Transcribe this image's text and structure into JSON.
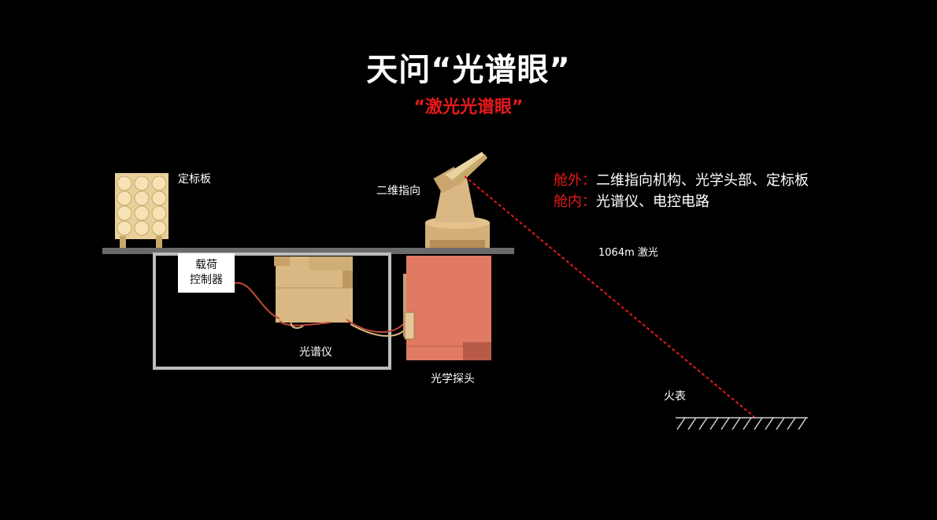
{
  "title": "天问“光谱眼”",
  "subtitle": "“激光光谱眼”",
  "labels": {
    "calibration_plate": "定标板",
    "two_axis_pointing": "二维指向",
    "payload_controller_line1": "载荷",
    "payload_controller_line2": "控制器",
    "spectrometer": "光谱仪",
    "optical_probe": "光学探头",
    "laser": "1064m 激光",
    "mars_surface": "火表"
  },
  "legend": [
    {
      "key": "舱外：",
      "value": "二维指向机构、光学头部、定标板"
    },
    {
      "key": "舱内：",
      "value": "光谱仪、电控电路"
    }
  ],
  "colors": {
    "accent": "#e8191b",
    "gold": "#d9b884",
    "probe": "#e07a63",
    "platform": "#6b6b6b"
  }
}
